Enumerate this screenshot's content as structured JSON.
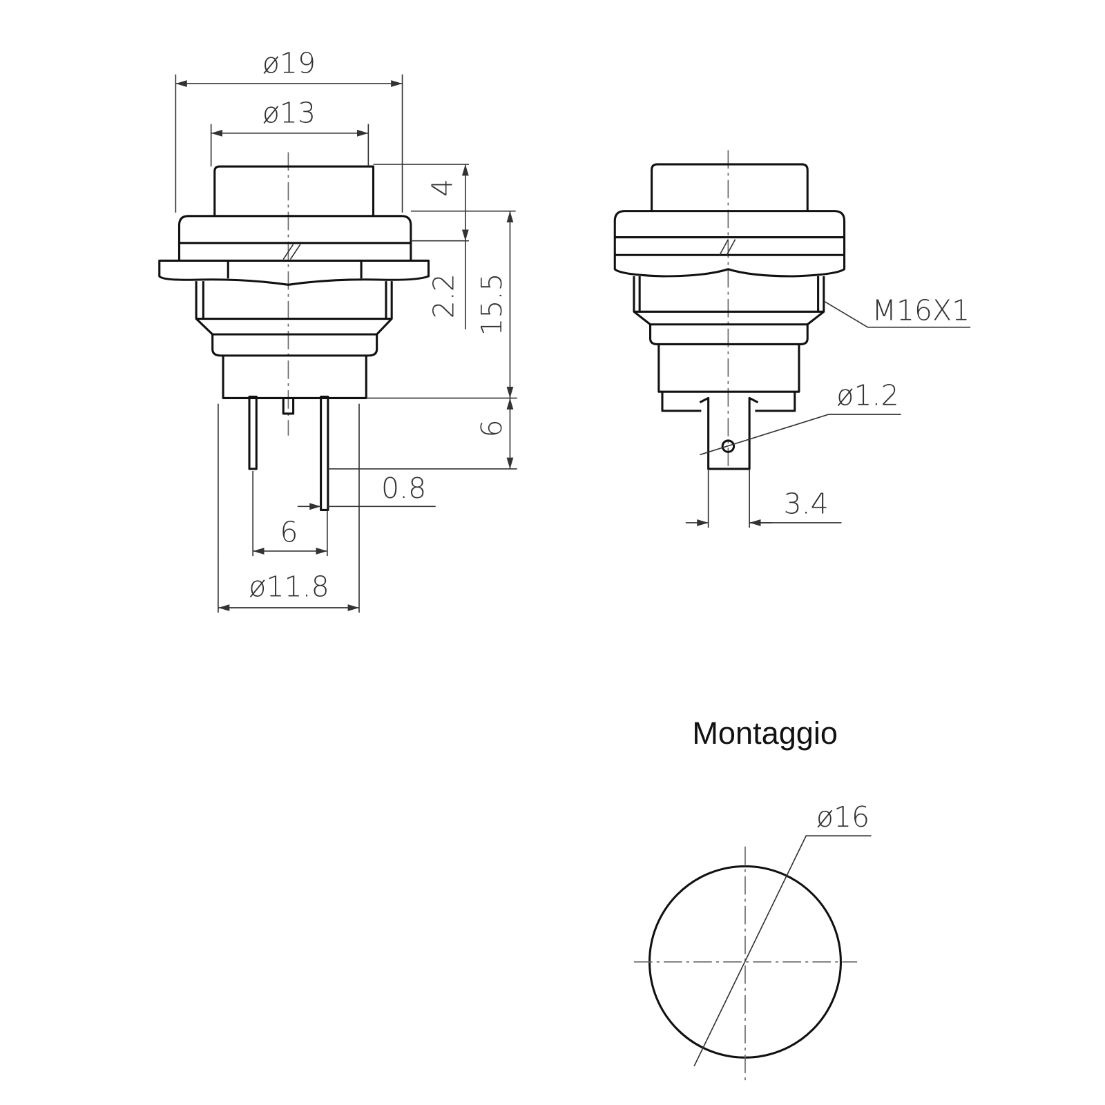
{
  "front_view": {
    "dim_outer_diameter": "ø19",
    "dim_cap_diameter": "ø13",
    "dim_cap_height": "4",
    "dim_bezel_height": "2.2",
    "dim_body_height": "15.5",
    "dim_pin_length": "6",
    "dim_pin_thickness": "0.8",
    "dim_pin_spacing": "6",
    "dim_body_diameter": "ø11.8"
  },
  "side_view": {
    "dim_thread": "M16X1",
    "dim_hole_diameter": "ø1.2",
    "dim_pin_width": "3.4"
  },
  "mounting": {
    "title": "Montaggio",
    "dim_hole": "ø16"
  }
}
